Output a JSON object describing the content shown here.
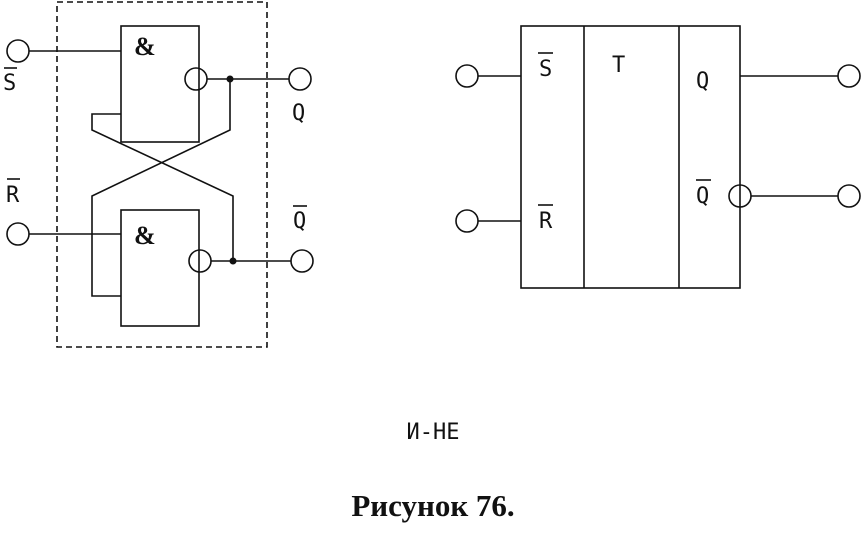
{
  "left_schematic": {
    "gate_symbol_top": "&",
    "gate_symbol_bottom": "&",
    "input_top_label": "S",
    "input_bottom_label": "R",
    "output_top_label": "Q",
    "output_bottom_label": "Q"
  },
  "right_block": {
    "input_top_label": "S",
    "input_bottom_label": "R",
    "center_label": "T",
    "output_top_label": "Q",
    "output_bottom_label": "Q"
  },
  "gate_type_label": "И-НЕ",
  "figure_caption": "Рисунок 76."
}
